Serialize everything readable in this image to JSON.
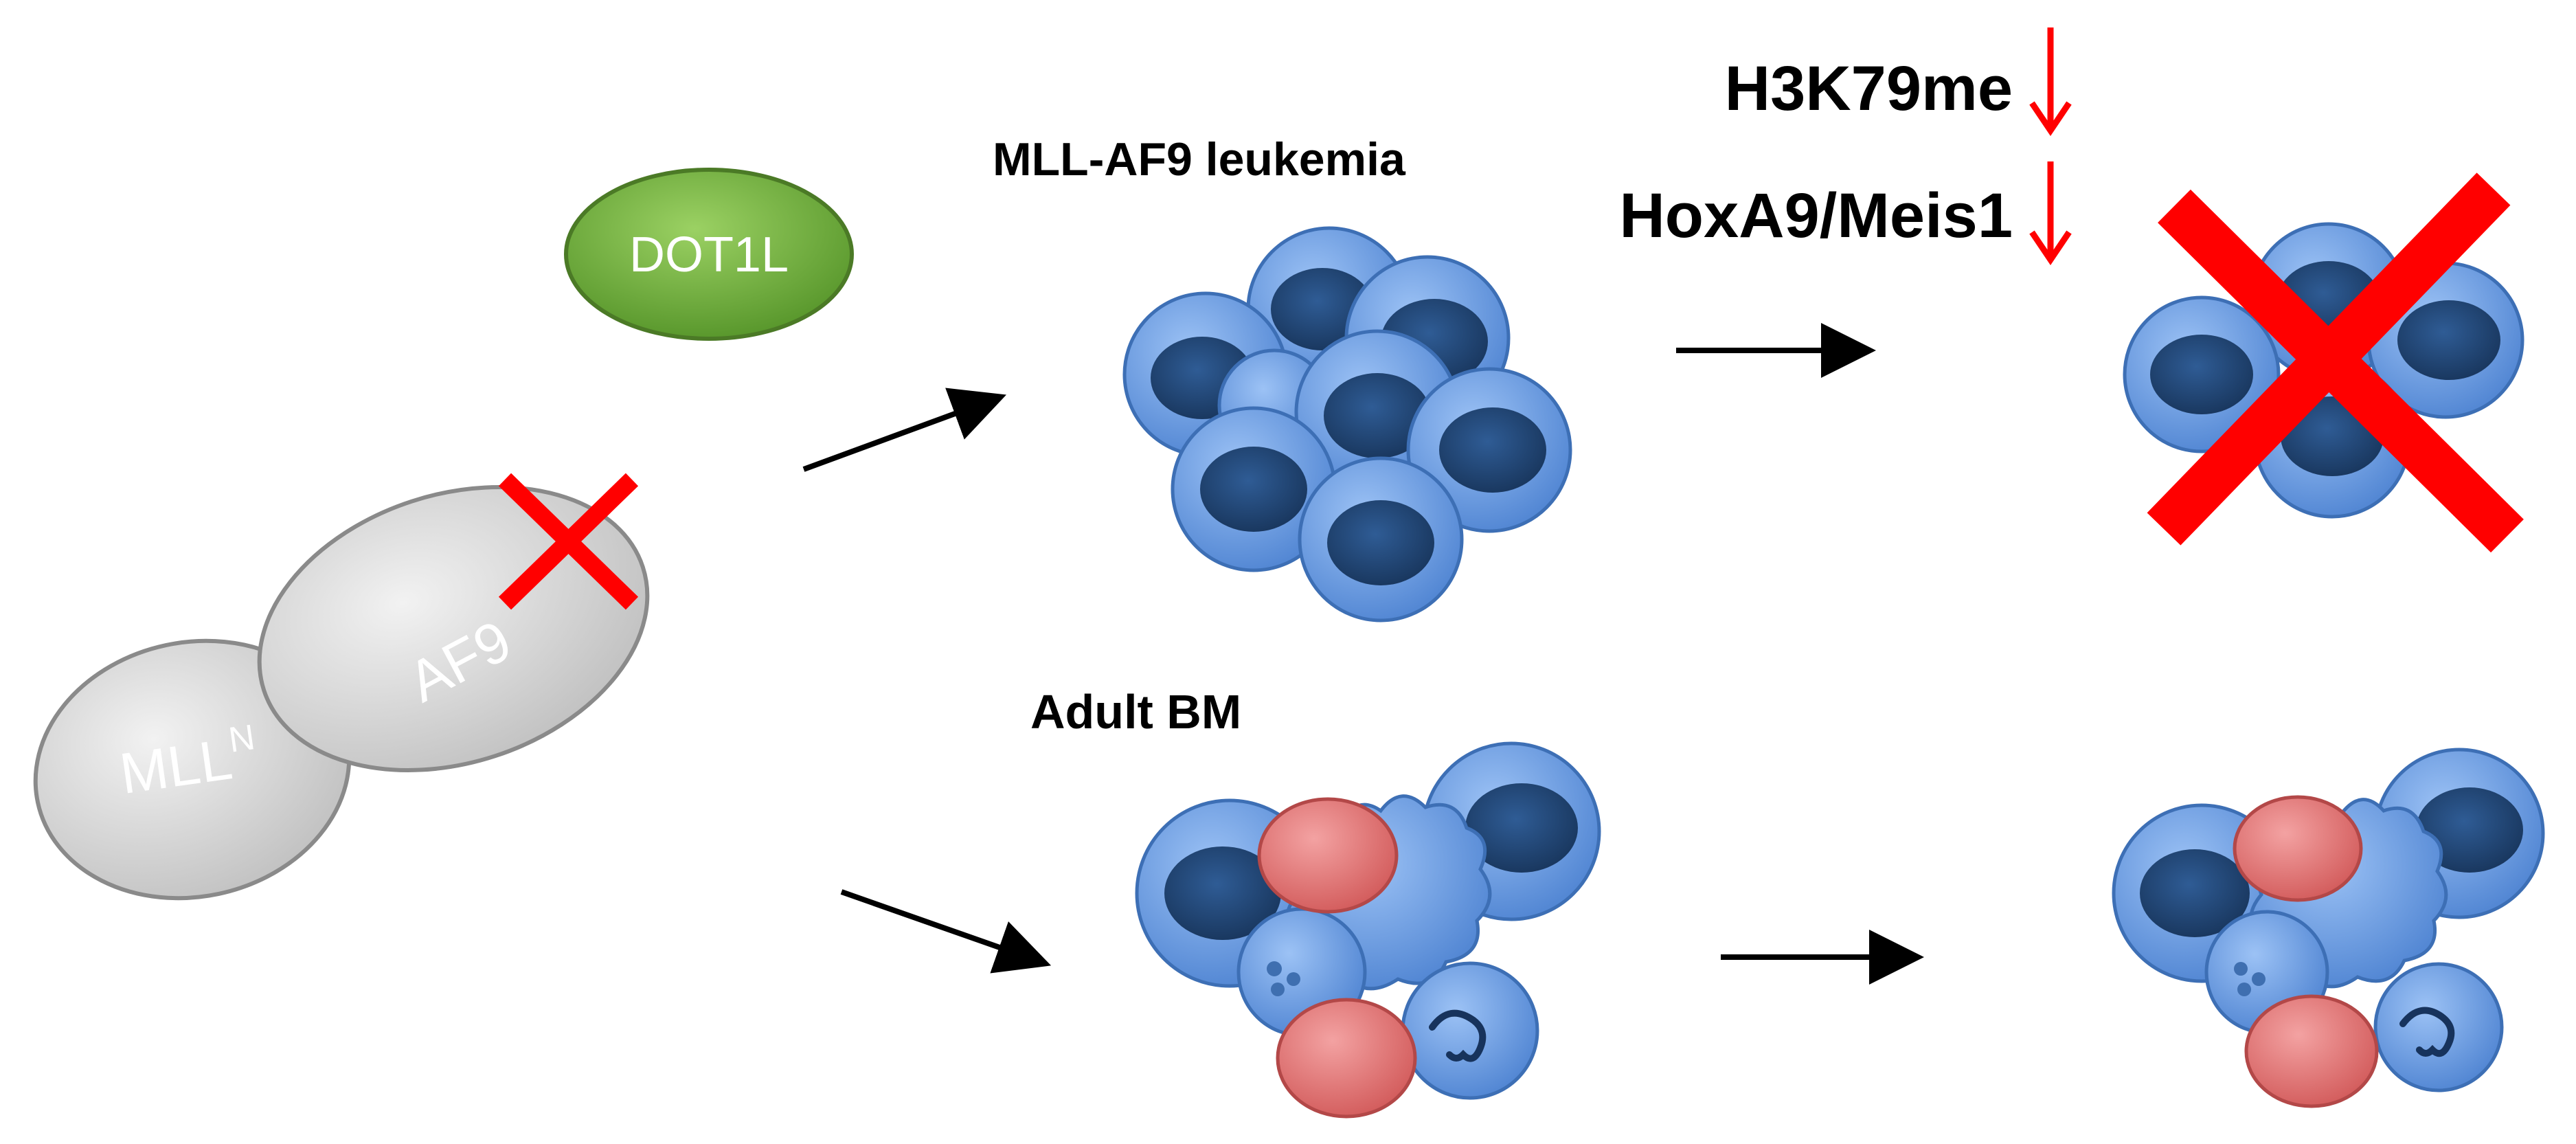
{
  "proteins": {
    "dot1l": "DOT1L",
    "af9": "AF9",
    "mll_base": "MLL",
    "mll_sup": "N"
  },
  "labels": {
    "leukemia": "MLL-AF9 leukemia",
    "adult_bm": "Adult BM",
    "h3k79me": "H3K79me",
    "hoxa9_meis1": "HoxA9/Meis1"
  },
  "colors": {
    "cell_fill": "#6f9fe0",
    "cell_nucleus": "#1f3f6e",
    "rbc": "#e57373",
    "cross": "#ff0000",
    "dot1l": "#6fb33a"
  }
}
